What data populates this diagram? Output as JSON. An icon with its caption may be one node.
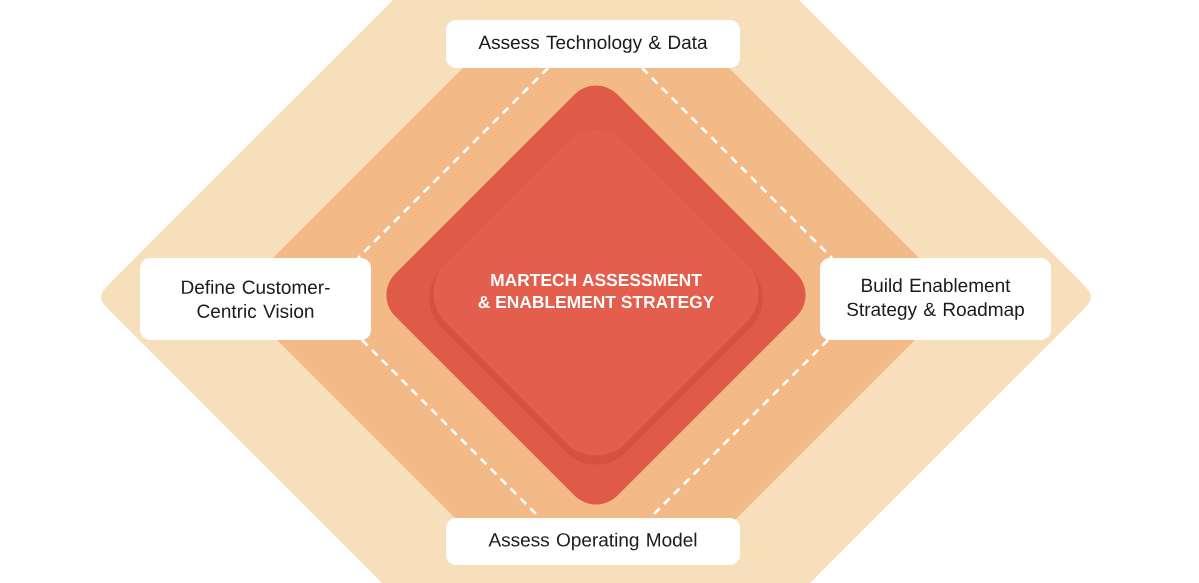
{
  "diagram": {
    "nodes": [
      {
        "text": [
          "Assess Technology & Data"
        ]
      },
      {
        "text": [
          "Define Customer-Centric Vision"
        ]
      },
      {
        "text": [
          "MARTECH ASSESSMENT & ENABLEMENT STRATEGY"
        ]
      },
      {
        "text": [
          "Build Enablement Strategy & Roadmap"
        ]
      },
      {
        "text": [
          "Assess Operating Model"
        ]
      }
    ],
    "edges": [
      {
        "from": 0,
        "to": 1,
        "arrow": "none",
        "style": "dashed"
      },
      {
        "from": 0,
        "to": 3,
        "arrow": "none",
        "style": "dashed"
      },
      {
        "from": 1,
        "to": 4,
        "arrow": "none",
        "style": "dashed"
      },
      {
        "from": 3,
        "to": 4,
        "arrow": "none",
        "style": "dashed"
      }
    ]
  }
}
